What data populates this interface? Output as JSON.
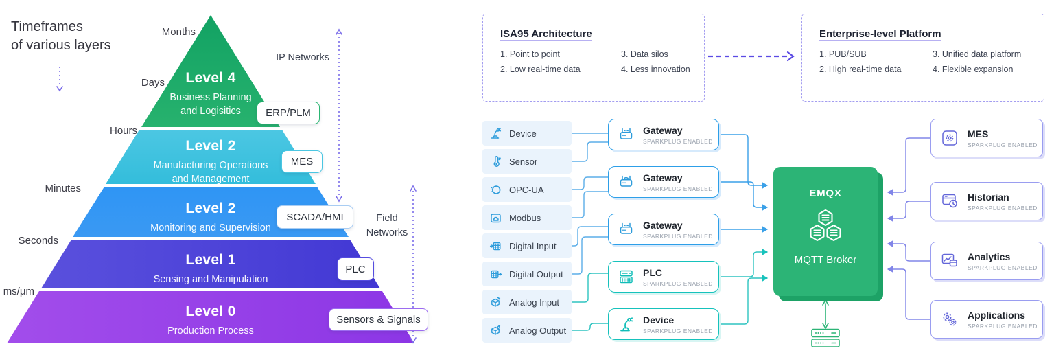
{
  "left": {
    "title_line1": "Timeframes",
    "title_line2": "of various layers",
    "time_labels": [
      "Months",
      "Days",
      "Hours",
      "Minutes",
      "Seconds",
      "ms/μm"
    ],
    "levels": [
      {
        "name": "Level 4",
        "desc": [
          "Business Planning",
          "and Logisitics"
        ],
        "tag": "ERP/PLM"
      },
      {
        "name": "Level 2",
        "desc": [
          "Manufacturing Operations",
          "and Management"
        ],
        "tag": "MES"
      },
      {
        "name": "Level 2",
        "desc": [
          "Monitoring and Supervision"
        ],
        "tag": "SCADA/HMI"
      },
      {
        "name": "Level 1",
        "desc": [
          "Sensing and Manipulation"
        ],
        "tag": "PLC"
      },
      {
        "name": "Level 0",
        "desc": [
          "Production Process"
        ],
        "tag": "Sensors & Signals"
      }
    ],
    "networks": {
      "ip": "IP Networks",
      "field_line1": "Field",
      "field_line2": "Networks"
    }
  },
  "isa95": {
    "title": "ISA95 Architecture",
    "items": [
      "1. Point to point",
      "2. Low real-time data",
      "3. Data silos",
      "4. Less innovation"
    ]
  },
  "enterprise": {
    "title": "Enterprise-level Platform",
    "items": [
      "1. PUB/SUB",
      "2. High real-time data",
      "3. Unified data platform",
      "4. Flexible expansion"
    ]
  },
  "flow": {
    "inputs": [
      {
        "label": "Device",
        "icon": "robot-arm-icon"
      },
      {
        "label": "Sensor",
        "icon": "thermometer-icon"
      },
      {
        "label": "OPC-UA",
        "icon": "ring-icon"
      },
      {
        "label": "Modbus",
        "icon": "ethernet-port-icon"
      },
      {
        "label": "Digital Input",
        "icon": "digital-input-icon"
      },
      {
        "label": "Digital Output",
        "icon": "digital-output-icon"
      },
      {
        "label": "Analog Input",
        "icon": "cube-input-icon"
      },
      {
        "label": "Analog Output",
        "icon": "cube-output-icon"
      }
    ],
    "middle": [
      {
        "title": "Gateway",
        "subtitle": "SPARKPLUG ENABLED"
      },
      {
        "title": "Gateway",
        "subtitle": "SPARKPLUG ENABLED"
      },
      {
        "title": "Gateway",
        "subtitle": "SPARKPLUG ENABLED"
      },
      {
        "title": "PLC",
        "subtitle": "SPARKPLUG ENABLED"
      },
      {
        "title": "Device",
        "subtitle": "SPARKPLUG ENABLED"
      }
    ],
    "broker": {
      "name": "EMQX",
      "role": "MQTT Broker"
    },
    "outputs": [
      {
        "title": "MES",
        "subtitle": "SPARKPLUG ENABLED"
      },
      {
        "title": "Historian",
        "subtitle": "SPARKPLUG ENABLED"
      },
      {
        "title": "Analytics",
        "subtitle": "SPARKPLUG ENABLED"
      },
      {
        "title": "Applications",
        "subtitle": "SPARKPLUG ENABLED"
      }
    ]
  },
  "colors": {
    "green": "#2cb476",
    "blue": "#2d9fe8",
    "teal": "#16c2bc",
    "purple_line": "#8185e8",
    "violet_dash": "#7b6de9",
    "pyramid": [
      "#1fa866",
      "#3fc2df",
      "#3596f3",
      "#4a41d9",
      "#9743e9"
    ]
  }
}
